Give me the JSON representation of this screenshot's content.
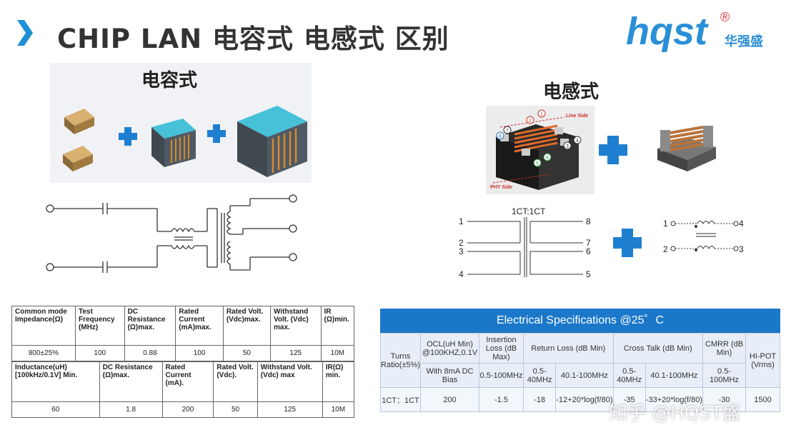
{
  "header": {
    "title": "CHIP LAN 电容式 电感式 区别",
    "accent": "#1e90d6"
  },
  "logo": {
    "text": "hqst",
    "registered": "®",
    "chinese": "华强盛",
    "color": "#2a8fd6"
  },
  "sections": {
    "capacitive": "电容式",
    "inductive": "电感式"
  },
  "inductive_diagram": {
    "line_side": "Line Side",
    "phy_side": "PHY Side",
    "pins": [
      "1",
      "2",
      "3",
      "4",
      "5",
      "6",
      "7",
      "8"
    ]
  },
  "transformer_diagram": {
    "ratio": "1CT:1CT",
    "left_pins": [
      "1",
      "2",
      "3",
      "4"
    ],
    "right_pins": [
      "8",
      "7",
      "6",
      "5"
    ]
  },
  "schematic_small": {
    "pins": [
      "1",
      "2",
      "4",
      "3"
    ]
  },
  "capacitor_table": {
    "headers": [
      "Common mode Impedance(Ω)",
      "Test Frequency (MHz)",
      "DC Resistance (Ω)max.",
      "Rated Current (mA)max.",
      "Rated Volt. (Vdc)max.",
      "Withstand Volt. (Vdc) max.",
      "IR (Ω)min."
    ],
    "values": [
      "800±25%",
      "100",
      "0.88",
      "100",
      "50",
      "125",
      "10M"
    ]
  },
  "inductor_table": {
    "headers": [
      "Inductance(uH) [100kHz/0.1V] Min.",
      "DC Resistance (Ω)max.",
      "Rated Current (mA).",
      "Rated Volt. (Vdc).",
      "Withstand Volt. (Vdc) max",
      "IR(Ω) min."
    ],
    "values": [
      "60",
      "1.8",
      "200",
      "50",
      "125",
      "10M"
    ]
  },
  "electrical_specs": {
    "title": "Electrical Specifications @25゜C",
    "header_row1": {
      "turns": "Turns Ratio(±5%)",
      "ocl": "OCL(uH Min) @100KHZ,0.1V",
      "insertion": "Insertion Loss (dB Max)",
      "return": "Return Loss (dB Min)",
      "crosstalk": "Cross Talk (dB Min)",
      "cmrr": "CMRR (dB Min)",
      "hipot": "HI-POT (Vrms)"
    },
    "header_row2": [
      "With 8mA DC Bias",
      "0.5-100MHz",
      "0.5-40MHz",
      "40.1-100MHz",
      "0.5-40MHz",
      "40.1-100MHz",
      "0.5-100MHz"
    ],
    "values": [
      "1CT：1CT",
      "200",
      "-1.5",
      "-18",
      "-12+20*log(f/80)",
      "-35",
      "-33+20*log(f/80)",
      "-30",
      "1500"
    ]
  },
  "watermark": "知乎 @HQST盛"
}
